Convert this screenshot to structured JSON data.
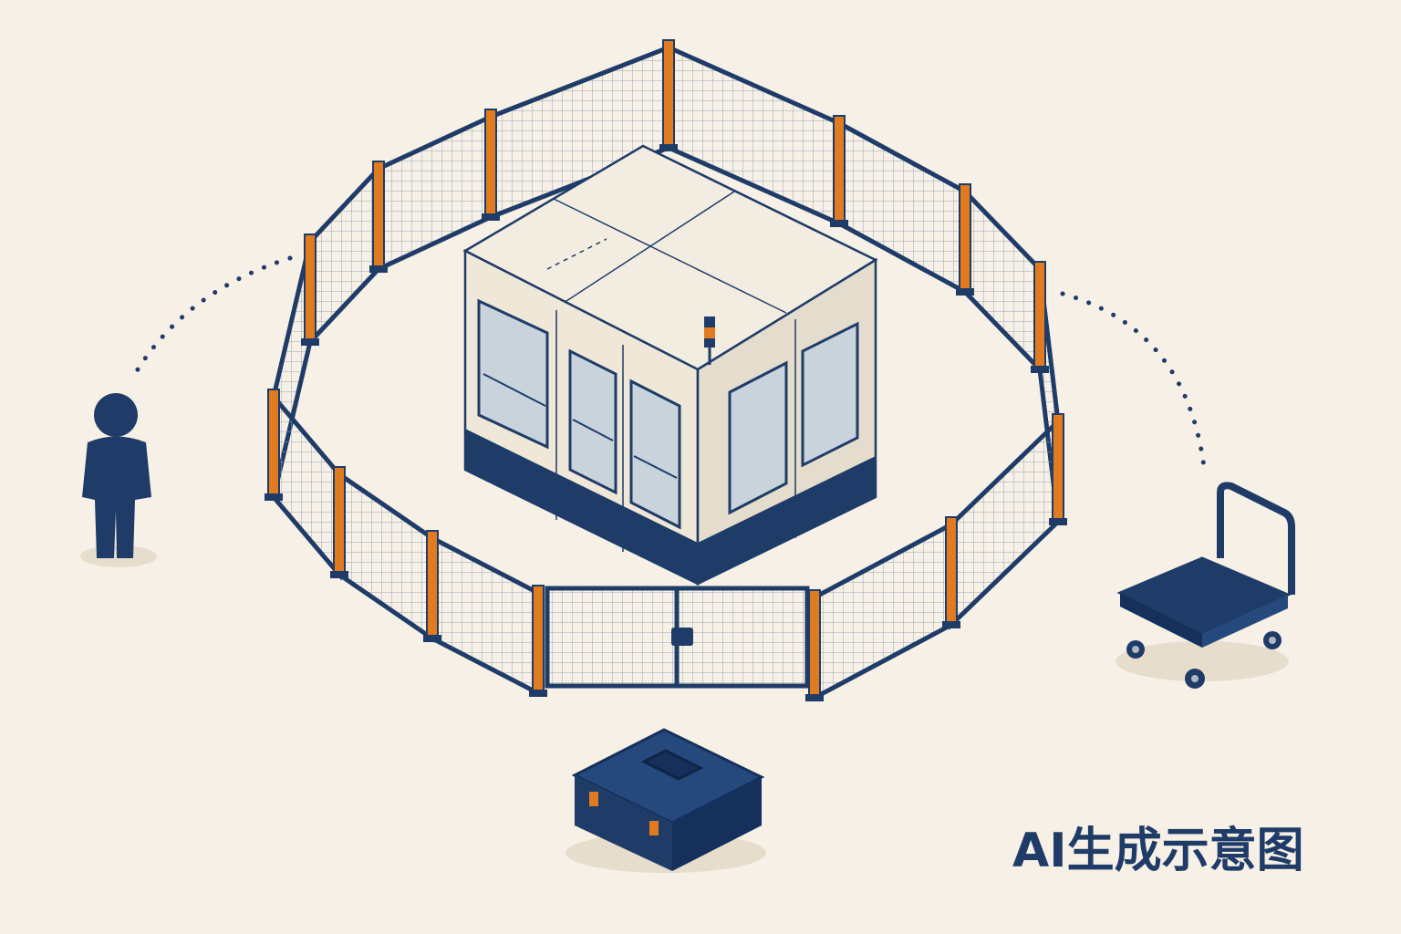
{
  "caption": {
    "text": "AI生成示意图"
  },
  "colors": {
    "background": "#f6f0e6",
    "navy": "#1f3c68",
    "orange_post": "#e07b1f",
    "cabinet_light": "#efe7d8",
    "cabinet_shadow": "#d9cfbd",
    "glass": "#c9d3dc",
    "mesh": "#9aa6b4"
  },
  "icons": {
    "person": "person-icon",
    "cart": "cart-icon",
    "toolbox": "toolbox-icon",
    "machine": "machine-cabinet",
    "fence": "safety-fence",
    "gate": "fence-gate",
    "signal_light": "signal-tower-light"
  }
}
